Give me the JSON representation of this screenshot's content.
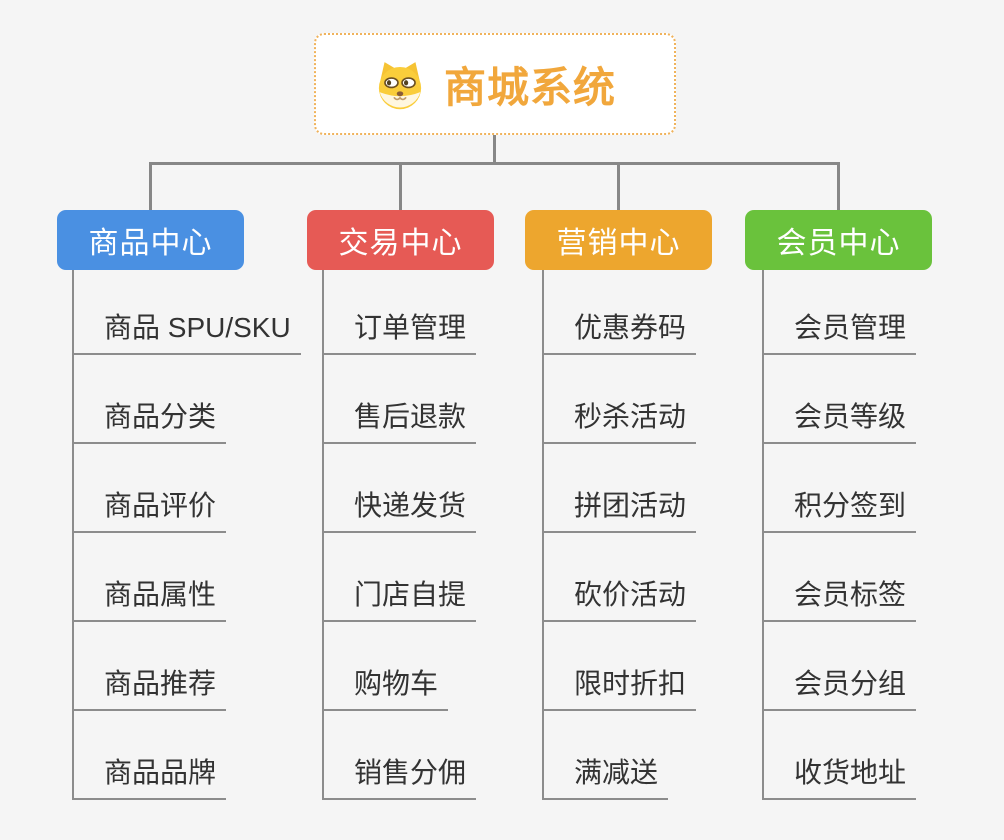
{
  "root": {
    "title": "商城系统",
    "icon": "dog-face-icon",
    "accent_color": "#F1A73C",
    "border_color": "#F0B35C"
  },
  "branches": [
    {
      "label": "商品中心",
      "color": "#4A90E2",
      "items": [
        "商品 SPU/SKU",
        "商品分类",
        "商品评价",
        "商品属性",
        "商品推荐",
        "商品品牌"
      ]
    },
    {
      "label": "交易中心",
      "color": "#E65A55",
      "items": [
        "订单管理",
        "售后退款",
        "快递发货",
        "门店自提",
        "购物车",
        "销售分佣"
      ]
    },
    {
      "label": "营销中心",
      "color": "#EDA62E",
      "items": [
        "优惠券码",
        "秒杀活动",
        "拼团活动",
        "砍价活动",
        "限时折扣",
        "满减送"
      ]
    },
    {
      "label": "会员中心",
      "color": "#6AC23C",
      "items": [
        "会员管理",
        "会员等级",
        "积分签到",
        "会员标签",
        "会员分组",
        "收货地址"
      ]
    }
  ],
  "colors": {
    "connector": "#878787",
    "leaf_underline": "#8C8C8C",
    "leaf_text": "#333333",
    "background": "#F5F5F5"
  }
}
